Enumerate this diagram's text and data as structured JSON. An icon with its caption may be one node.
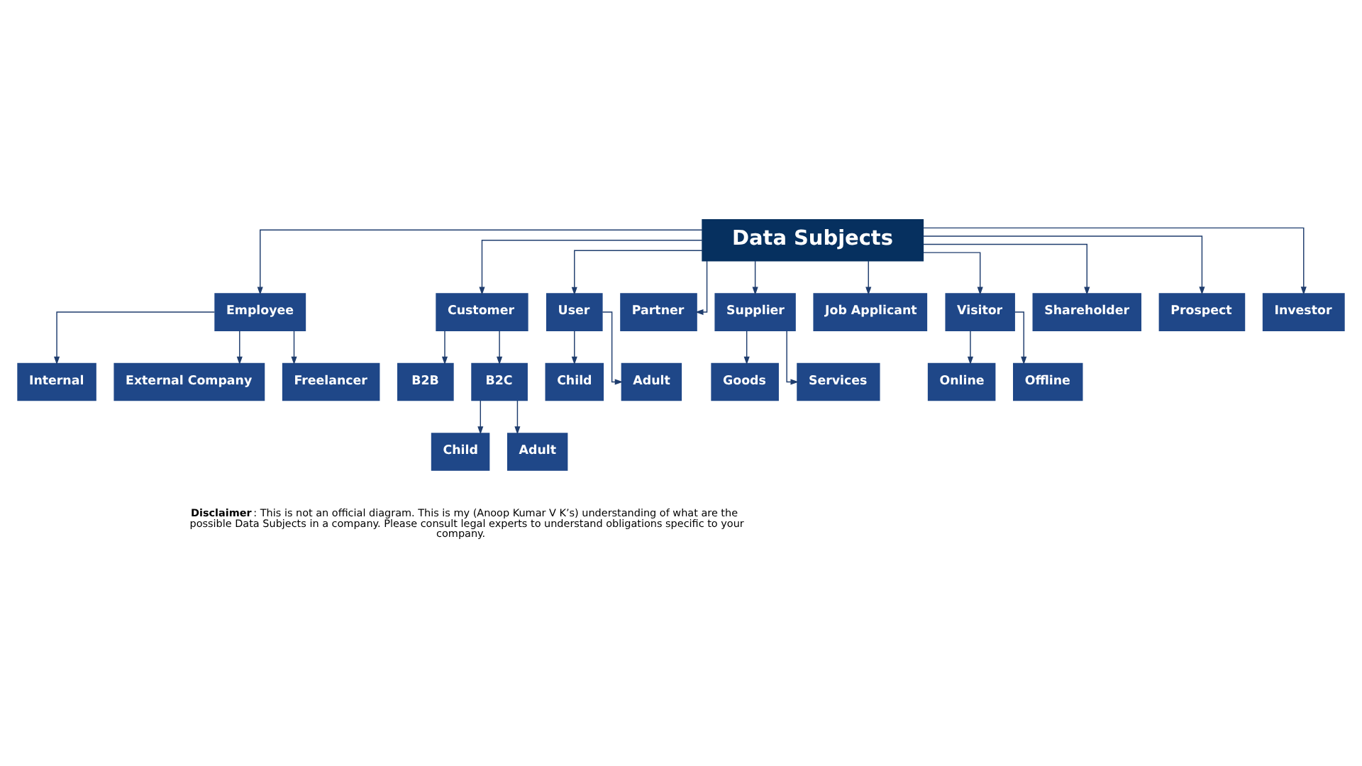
{
  "diagram": {
    "nodes": [
      {
        "text": [
          "Data Subjects"
        ]
      },
      {
        "text": [
          "Employee"
        ]
      },
      {
        "text": [
          "Customer"
        ]
      },
      {
        "text": [
          "User"
        ]
      },
      {
        "text": [
          "Partner"
        ]
      },
      {
        "text": [
          "Supplier"
        ]
      },
      {
        "text": [
          "Job Applicant"
        ]
      },
      {
        "text": [
          "Visitor"
        ]
      },
      {
        "text": [
          "Shareholder"
        ]
      },
      {
        "text": [
          "Prospect"
        ]
      },
      {
        "text": [
          "Investor"
        ]
      },
      {
        "text": [
          "Internal"
        ]
      },
      {
        "text": [
          "External Company"
        ]
      },
      {
        "text": [
          "Freelancer"
        ]
      },
      {
        "text": [
          "B2B"
        ]
      },
      {
        "text": [
          "B2C"
        ]
      },
      {
        "text": [
          "Child"
        ]
      },
      {
        "text": [
          "Adult"
        ]
      },
      {
        "text": [
          "Child"
        ]
      },
      {
        "text": [
          "Adult"
        ]
      },
      {
        "text": [
          "Goods"
        ]
      },
      {
        "text": [
          "Services"
        ]
      },
      {
        "text": [
          "Online"
        ]
      },
      {
        "text": [
          "Offline"
        ]
      }
    ],
    "edges": [
      {
        "from": 0,
        "to": 1,
        "arrow": "to"
      },
      {
        "from": 0,
        "to": 2,
        "arrow": "to"
      },
      {
        "from": 0,
        "to": 3,
        "arrow": "to"
      },
      {
        "from": 0,
        "to": 4,
        "arrow": "to"
      },
      {
        "from": 0,
        "to": 5,
        "arrow": "to"
      },
      {
        "from": 0,
        "to": 6,
        "arrow": "to"
      },
      {
        "from": 0,
        "to": 7,
        "arrow": "to"
      },
      {
        "from": 0,
        "to": 8,
        "arrow": "to"
      },
      {
        "from": 0,
        "to": 9,
        "arrow": "to"
      },
      {
        "from": 0,
        "to": 10,
        "arrow": "to"
      },
      {
        "from": 1,
        "to": 11,
        "arrow": "to"
      },
      {
        "from": 1,
        "to": 12,
        "arrow": "to"
      },
      {
        "from": 1,
        "to": 13,
        "arrow": "to"
      },
      {
        "from": 2,
        "to": 14,
        "arrow": "to"
      },
      {
        "from": 2,
        "to": 15,
        "arrow": "to"
      },
      {
        "from": 15,
        "to": 16,
        "arrow": "to"
      },
      {
        "from": 15,
        "to": 17,
        "arrow": "to"
      },
      {
        "from": 3,
        "to": 18,
        "arrow": "to"
      },
      {
        "from": 3,
        "to": 19,
        "arrow": "to"
      },
      {
        "from": 5,
        "to": 20,
        "arrow": "to"
      },
      {
        "from": 5,
        "to": 21,
        "arrow": "to"
      },
      {
        "from": 7,
        "to": 22,
        "arrow": "to"
      },
      {
        "from": 7,
        "to": 23,
        "arrow": "to"
      }
    ],
    "labels": [
      "**Disclaimer** : This is not an official diagram. This is my (Anoop Kumar V K’s) understanding of what are the possible Data Subjects in a company. Please consult legal experts to understand obligations specific to your company."
    ]
  }
}
